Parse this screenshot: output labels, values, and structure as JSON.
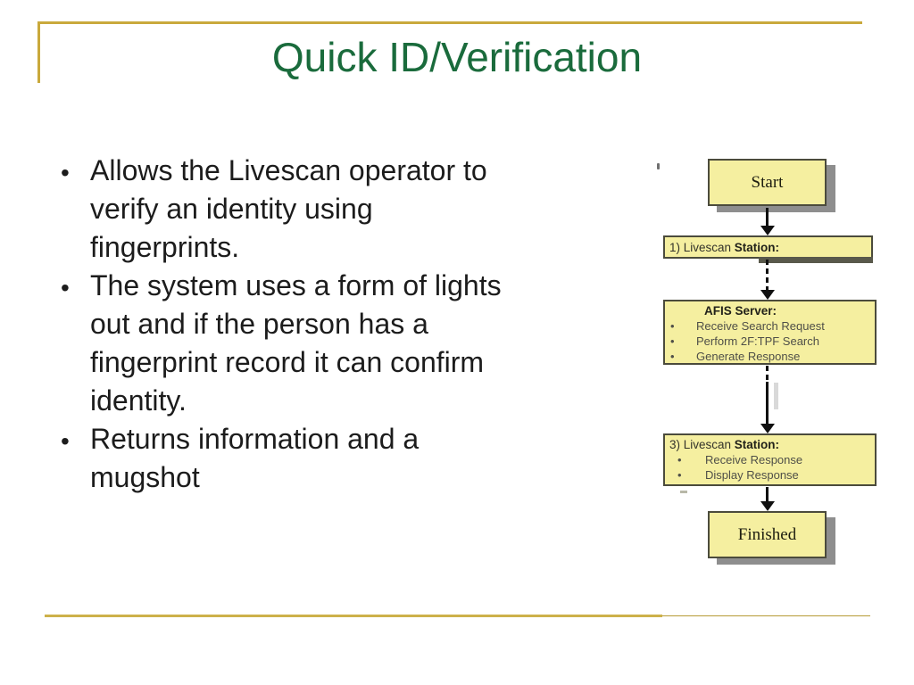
{
  "slide": {
    "title": "Quick ID/Verification",
    "bullet_char": "•",
    "bullets": [
      {
        "text": "Allows the Livescan operator to\nverify an identity using\nfingerprints."
      },
      {
        "text": "The system uses a form of lights\nout and if the person has a\nfingerprint record it can confirm\nidentity."
      },
      {
        "text": "Returns information and a\nmugshot"
      }
    ]
  },
  "flowchart": {
    "start_label": "Start",
    "finished_label": "Finished",
    "step1": {
      "prefix": "1) Livescan ",
      "bold": "Station:"
    },
    "afis": {
      "title": "AFIS Server:",
      "bullet_char": "•",
      "items": [
        "Receive Search Request",
        "Perform 2F:TPF Search",
        "Generate Response"
      ]
    },
    "step3": {
      "prefix": "3) Livescan ",
      "bold": "Station:",
      "bullet_char": "•",
      "items": [
        "Receive Response",
        "Display Response"
      ]
    }
  },
  "colors": {
    "title_green": "#1A6B3C",
    "accent_gold": "#C9A93C",
    "flow_box_fill": "#F5EFA0",
    "flow_box_border": "#4B4B3C",
    "shadow_gray": "#8E8E8E",
    "body_text": "#1C1C1C",
    "arrow_black": "#111111"
  }
}
